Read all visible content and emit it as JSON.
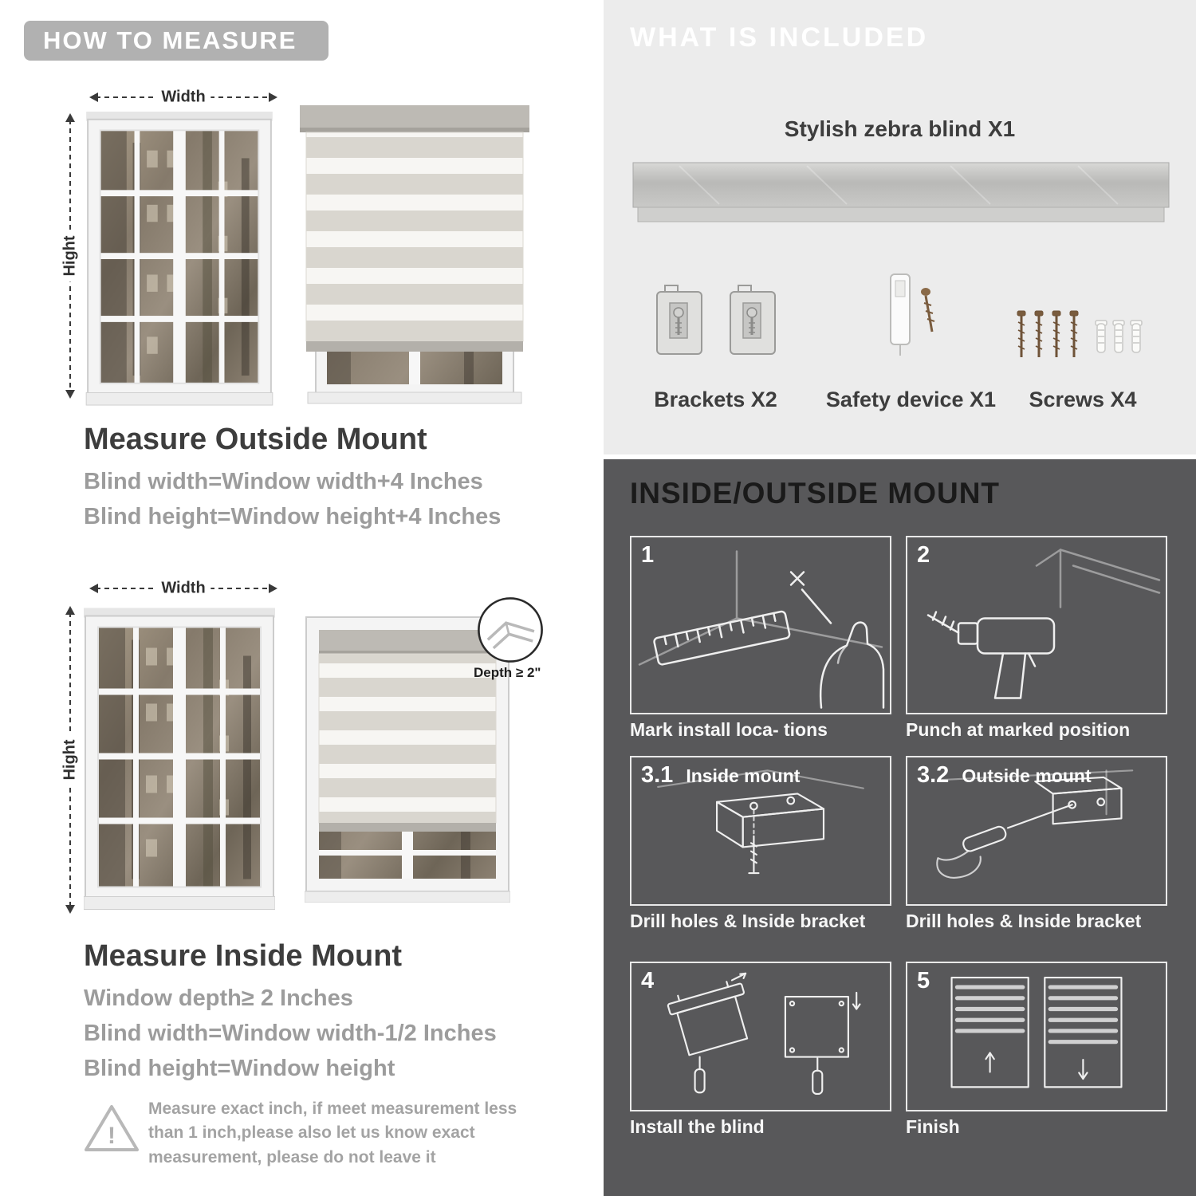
{
  "colors": {
    "header_pill": "#b1b1b1",
    "light_panel": "#ececec",
    "dark_panel": "#58585a",
    "title_text": "#3d3d3d",
    "body_text": "#9c9c9c",
    "caption_text": "#f7f7f7"
  },
  "left": {
    "header": "HOW TO MEASURE",
    "outside": {
      "width_label": "Width",
      "height_label": "Hight",
      "title": "Measure Outside Mount",
      "line1": "Blind width=Window width+4 Inches",
      "line2": "Blind height=Window height+4 Inches"
    },
    "inside": {
      "width_label": "Width",
      "height_label": "Hight",
      "depth_label": "Depth ≥ 2\"",
      "title": "Measure Inside Mount",
      "line1": "Window depth≥ 2 Inches",
      "line2": "Blind width=Window width-1/2 Inches",
      "line3": "Blind height=Window height"
    },
    "note": {
      "icon": "!",
      "text": "Measure exact inch, if meet measurement less than 1 inch,please also let us know exact measurement, please do not leave it"
    }
  },
  "right": {
    "included": {
      "header": "WHAT IS INCLUDED",
      "blind_label": "Stylish zebra blind X1",
      "items": [
        {
          "label": "Brackets X2"
        },
        {
          "label": "Safety device X1"
        },
        {
          "label": "Screws X4"
        }
      ]
    },
    "mount": {
      "header": "INSIDE/OUTSIDE MOUNT",
      "steps": [
        {
          "num": "1",
          "title": "",
          "caption": "Mark install loca- tions"
        },
        {
          "num": "2",
          "title": "",
          "caption": "Punch at marked position"
        },
        {
          "num": "3.1",
          "title": "Inside mount",
          "caption": "Drill holes & Inside bracket"
        },
        {
          "num": "3.2",
          "title": "Outside mount",
          "caption": "Drill holes & Inside bracket"
        },
        {
          "num": "4",
          "title": "",
          "caption": "Install the blind"
        },
        {
          "num": "5",
          "title": "",
          "caption": "Finish"
        }
      ]
    }
  }
}
